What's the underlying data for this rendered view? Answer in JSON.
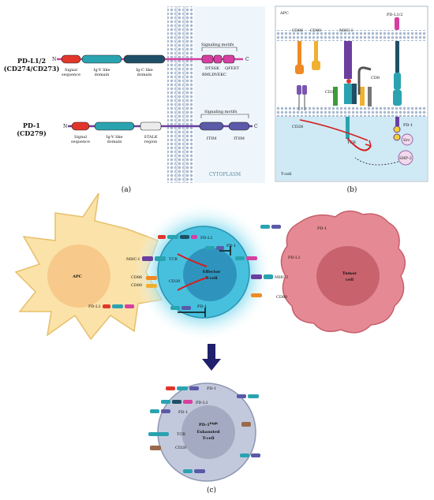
{
  "panel_a": {
    "pdl1_title_line1": "PD-L1/2",
    "pdl1_title_line2": "(CD274/CD273)",
    "pd1_title_line1": "PD-1",
    "pd1_title_line2": "(CD279)",
    "n": "N",
    "c": "C",
    "signal_seq_1": "Signal",
    "signal_seq_2": "sequence",
    "igv_1": "Ig-V like",
    "igv_2": "domain",
    "igc_1": "Ig-C like",
    "igc_2": "domain",
    "stalk_1": "STALK",
    "stalk_2": "region",
    "signaling_motifs": "Signaling motifs",
    "dtssk": "DTSSK",
    "qfeet": "QFEET",
    "rmldvekc": "RMLDVEKC",
    "itim": "ITIM",
    "itsm": "ITSM",
    "cytoplasm": "CYTOPLASM",
    "caption": "(a)"
  },
  "panel_b": {
    "apc": "APC",
    "cd86": "CD86",
    "cd80": "CD80",
    "mhc1": "MHC-I",
    "pdl12": "PD-L1/2",
    "cd8": "CD8",
    "cd3": "CD3",
    "cd28": "CD28",
    "tcr": "TCR",
    "pd1": "PD-1",
    "src": "Src",
    "shp2": "SHP-2",
    "tcell": "T-cell",
    "caption": "(b)"
  },
  "panel_c": {
    "apc": "APC",
    "tumor_1": "Tumor",
    "tumor_2": "cell",
    "effector_1": "Effector",
    "effector_2": "T-cell",
    "pdl1": "PD-L1",
    "pd1": "PD-1",
    "mhc1": "MHC-I",
    "tcr": "TCR",
    "cd86": "CD86",
    "cd80": "CD80",
    "cd28": "CD28",
    "exhausted_1": "PD-1",
    "exhausted_sup": "high",
    "exhausted_2": "Exhausted",
    "exhausted_3": "T-cell",
    "caption": "(c)"
  },
  "colors": {
    "signal": "#e2362b",
    "igv": "#2aa3b0",
    "igc": "#1f4f66",
    "pd_motif": "#d63fa0",
    "pd1_motif": "#5a5aa8",
    "membrane": "#c7d3e3",
    "apc_fill": "#fbe2a8",
    "tumor_fill": "#e58a94",
    "tcell_fill": "#47c0de",
    "exhausted_fill": "#c3c9dc"
  }
}
